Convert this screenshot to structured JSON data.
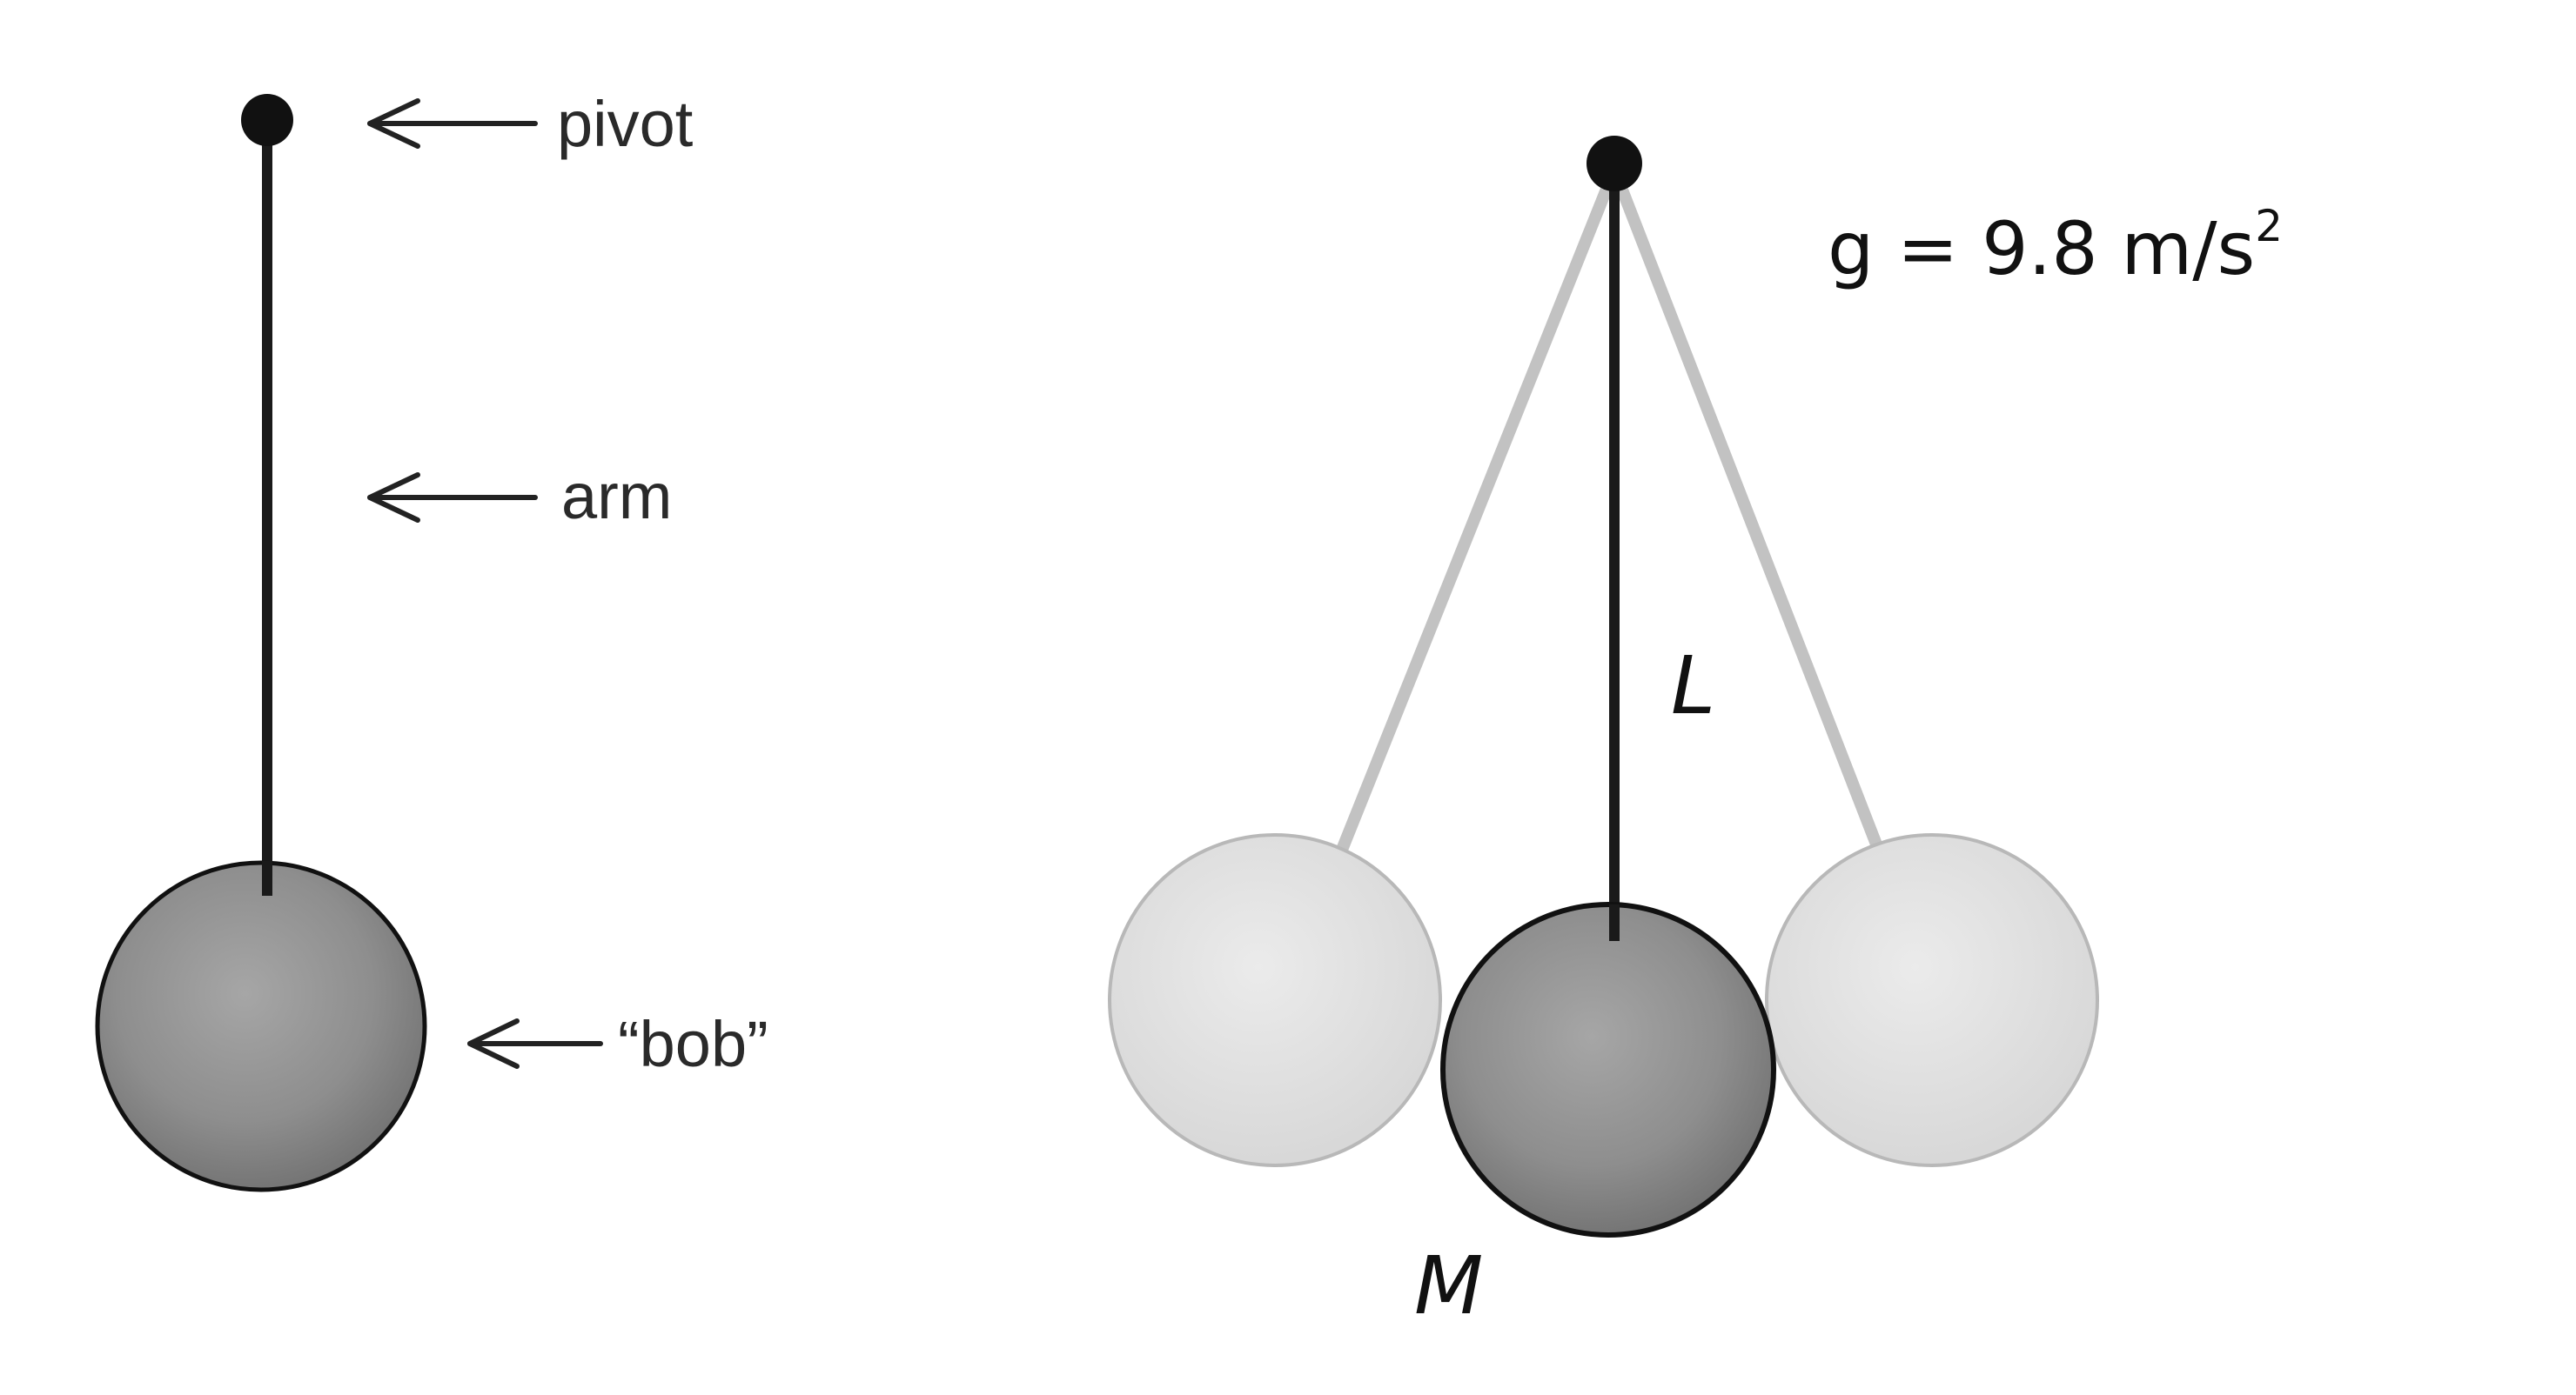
{
  "labels": {
    "pivot": "pivot",
    "arm": "arm",
    "bob": "“bob”",
    "length": "L",
    "mass": "M",
    "gravity": "g = 9.8 m/s",
    "gravity_exponent": "2"
  },
  "colors": {
    "string": "#1a1a1a",
    "bob_fill": "#8f8f8f",
    "ghost_fill": "#e2e2e2",
    "ghost_string": "#c2c2c2",
    "outline": "#111111",
    "text": "#222222"
  },
  "icons": [
    "pivot-point-icon",
    "arrow-left-icon"
  ]
}
